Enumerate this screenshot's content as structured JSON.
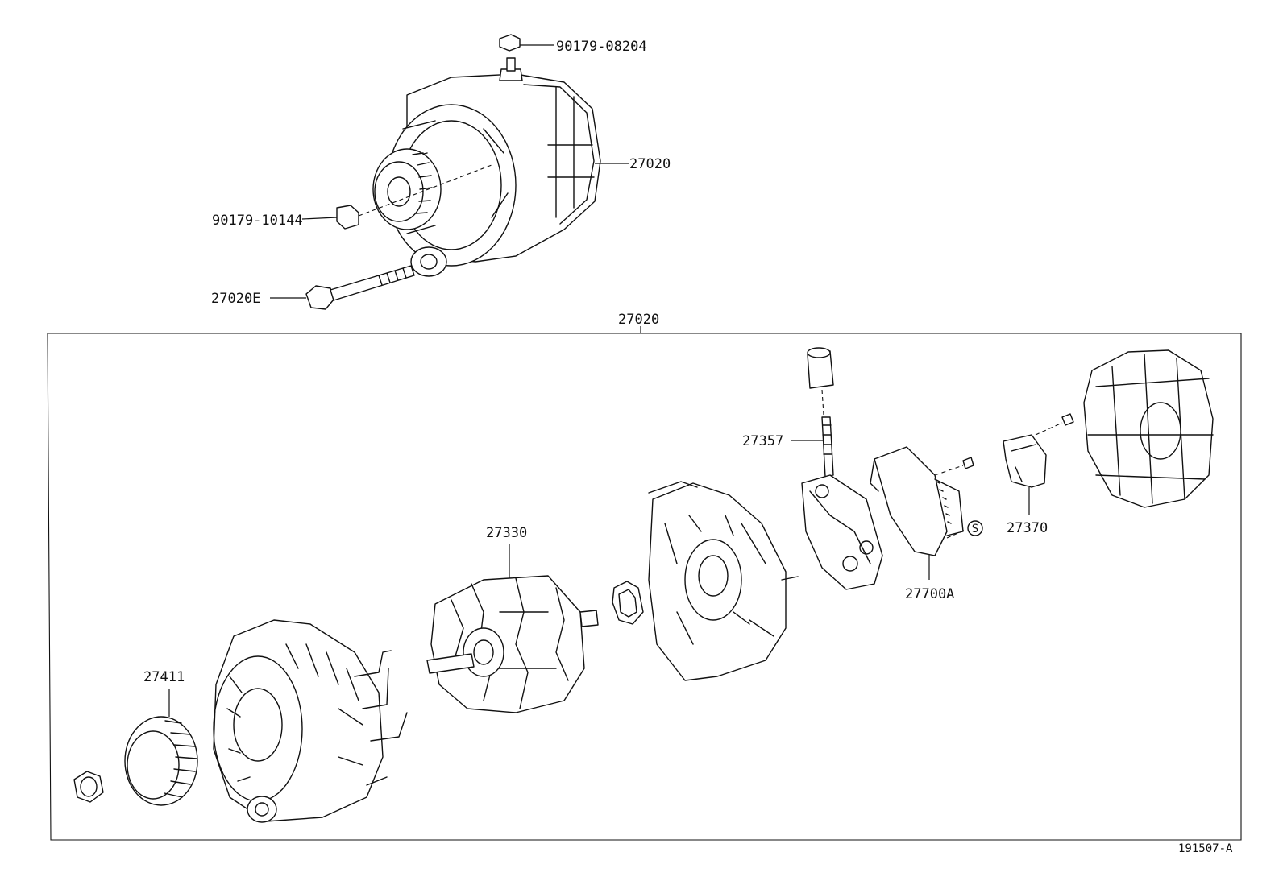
{
  "diagram": {
    "type": "exploded-parts-diagram",
    "callouts": {
      "nut_top": "90179-08204",
      "alternator_assy": "27020",
      "cap_nut": "90179-10144",
      "bolt": "27020E",
      "box_assy": "27020",
      "terminal_insulator": "27357",
      "rotor": "27330",
      "pulley": "27411",
      "regulator": "27700A",
      "brush_holder": "27370",
      "standard_mark": "S"
    },
    "figure_id": "191507-A"
  }
}
